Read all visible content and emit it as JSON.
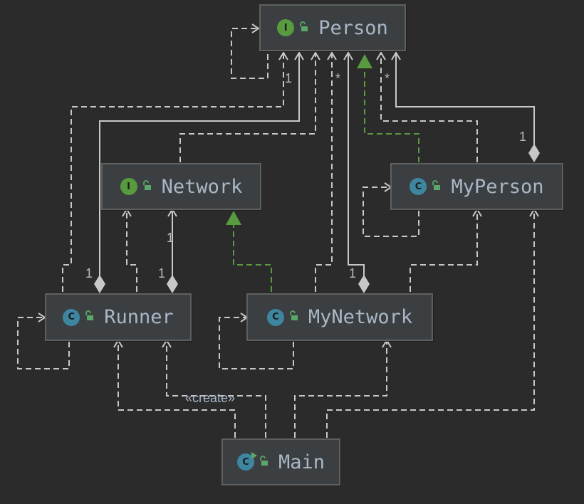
{
  "nodes": {
    "person": {
      "name": "Person",
      "kind": "interface",
      "badge": "I"
    },
    "network": {
      "name": "Network",
      "kind": "interface",
      "badge": "I"
    },
    "myperson": {
      "name": "MyPerson",
      "kind": "class",
      "badge": "C"
    },
    "runner": {
      "name": "Runner",
      "kind": "class",
      "badge": "C"
    },
    "mynetwork": {
      "name": "MyNetwork",
      "kind": "class",
      "badge": "C"
    },
    "main": {
      "name": "Main",
      "kind": "class",
      "badge": "C"
    }
  },
  "labels": {
    "person_runner_mult": "1",
    "person_mynetwork_mult": "*",
    "person_myperson_mult": "*",
    "myperson_diamond_mult": "1",
    "network_runner_mult": "1",
    "runner_person_diamond_mult": "1",
    "runner_network_diamond_mult": "1",
    "mynetwork_person_diamond_mult": "1",
    "create_stereotype": "«create»"
  },
  "colors": {
    "background": "#2b2b2b",
    "dependency": "#c8c8c8",
    "realization": "#589b3f",
    "interface_badge": "#589b3f",
    "class_badge": "#3e86a0",
    "node_text": "#a9b7c6"
  }
}
